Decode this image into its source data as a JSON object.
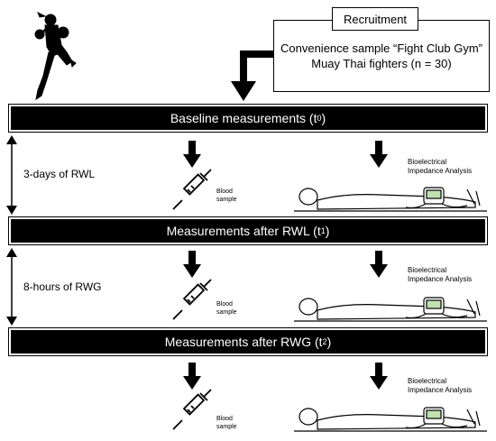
{
  "recruitment": {
    "tab": "Recruitment",
    "line1": "Convenience sample “Fight Club Gym”",
    "line2": "Muay Thai fighters (n = 30)"
  },
  "stages": [
    {
      "label": "Baseline measurements (t",
      "sub": "0",
      "suffix": ")"
    },
    {
      "label": "Measurements after RWL (t",
      "sub": "1",
      "suffix": ")"
    },
    {
      "label": "Measurements after RWG (t",
      "sub": "2",
      "suffix": ")"
    }
  ],
  "intervals": [
    {
      "label": "3-days of RWL"
    },
    {
      "label": "8-hours of RWG"
    }
  ],
  "measures": {
    "blood_line1": "Blood",
    "blood_line2": "sample",
    "bia_line1": "Bioelectrical",
    "bia_line2": "Impedance Analysis"
  }
}
